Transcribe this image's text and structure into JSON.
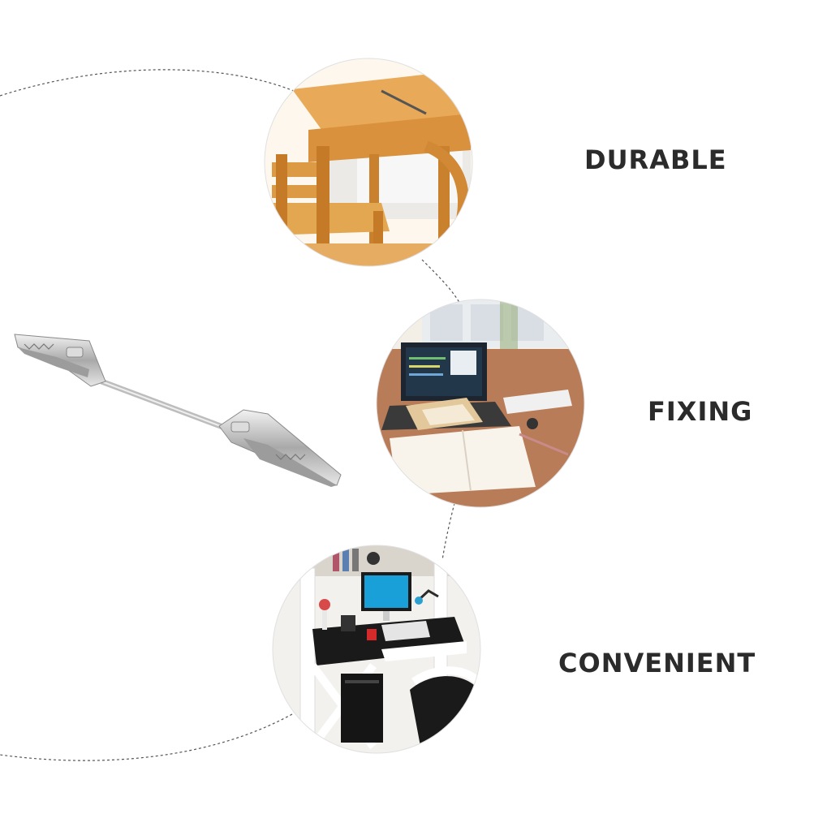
{
  "features": [
    {
      "label": "DURABLE",
      "icon": "bamboo-desk-chair-photo"
    },
    {
      "label": "FIXING",
      "icon": "study-desk-laptop-photo"
    },
    {
      "label": "CONVENIENT",
      "icon": "computer-workstation-photo"
    }
  ],
  "product": {
    "icon": "alligator-clip-holder-photo"
  },
  "colors": {
    "label": "#2b2b2b",
    "dashed_line": "#555555",
    "wood": "#e3a752",
    "metal": "#c9c9c9"
  }
}
